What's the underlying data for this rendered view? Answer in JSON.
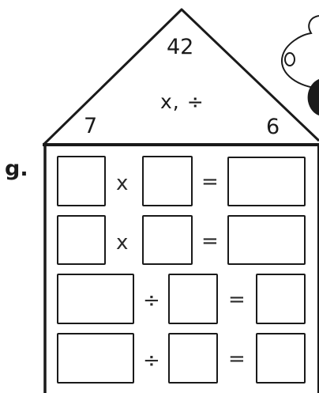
{
  "house": {
    "top_number": "42",
    "left_number": "7",
    "right_number": "6",
    "operations": "x, ÷"
  },
  "problem_label": "g.",
  "rows": [
    {
      "operator": "x",
      "equals": "="
    },
    {
      "operator": "x",
      "equals": "="
    },
    {
      "operator": "÷",
      "equals": "="
    },
    {
      "operator": "÷",
      "equals": "="
    }
  ]
}
